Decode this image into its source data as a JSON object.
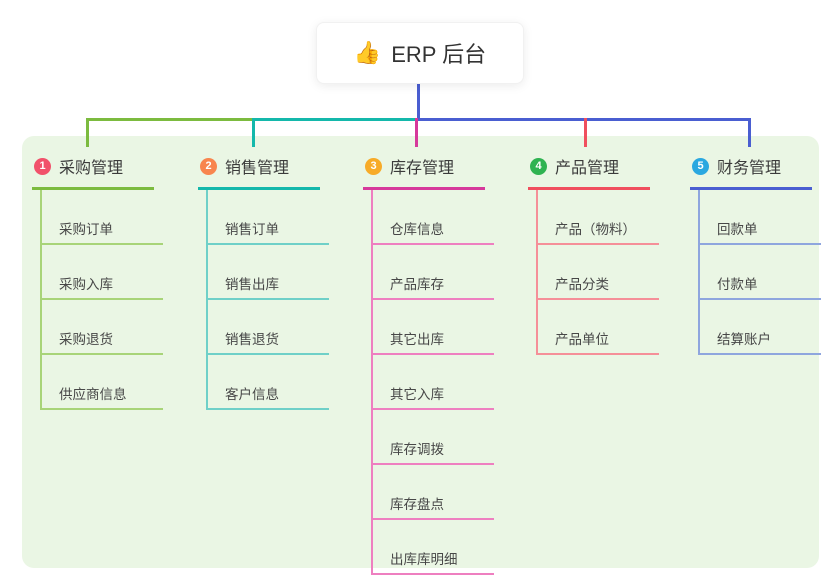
{
  "root": {
    "icon": "👍",
    "label": "ERP 后台"
  },
  "branches": [
    {
      "num": "1",
      "title": "采购管理",
      "color": "#7cbb3f",
      "badge_color": "#f1516b",
      "light_color": "#a8d478",
      "children": [
        "采购订单",
        "采购入库",
        "采购退货",
        "供应商信息"
      ]
    },
    {
      "num": "2",
      "title": "销售管理",
      "color": "#14b8ab",
      "badge_color": "#f8854e",
      "light_color": "#6fd0c8",
      "children": [
        "销售订单",
        "销售出库",
        "销售退货",
        "客户信息"
      ]
    },
    {
      "num": "3",
      "title": "库存管理",
      "color": "#d6399b",
      "badge_color": "#f7ab28",
      "light_color": "#ee7fc0",
      "children": [
        "仓库信息",
        "产品库存",
        "其它出库",
        "其它入库",
        "库存调拨",
        "库存盘点",
        "出库库明细"
      ]
    },
    {
      "num": "4",
      "title": "产品管理",
      "color": "#f04f5e",
      "badge_color": "#2fb351",
      "light_color": "#f58f98",
      "children": [
        "产品（物料）",
        "产品分类",
        "产品单位"
      ]
    },
    {
      "num": "5",
      "title": "财务管理",
      "color": "#4a5ed1",
      "badge_color": "#2aa8e0",
      "light_color": "#8fa6de",
      "children": [
        "回款单",
        "付款单",
        "结算账户"
      ]
    }
  ],
  "colors": {
    "canvas_background": "#ffffff",
    "panel_background": "#eaf6e4",
    "root_stem": "#4a5ed1",
    "title_text": "#3b3b3b",
    "child_text": "#474747"
  }
}
